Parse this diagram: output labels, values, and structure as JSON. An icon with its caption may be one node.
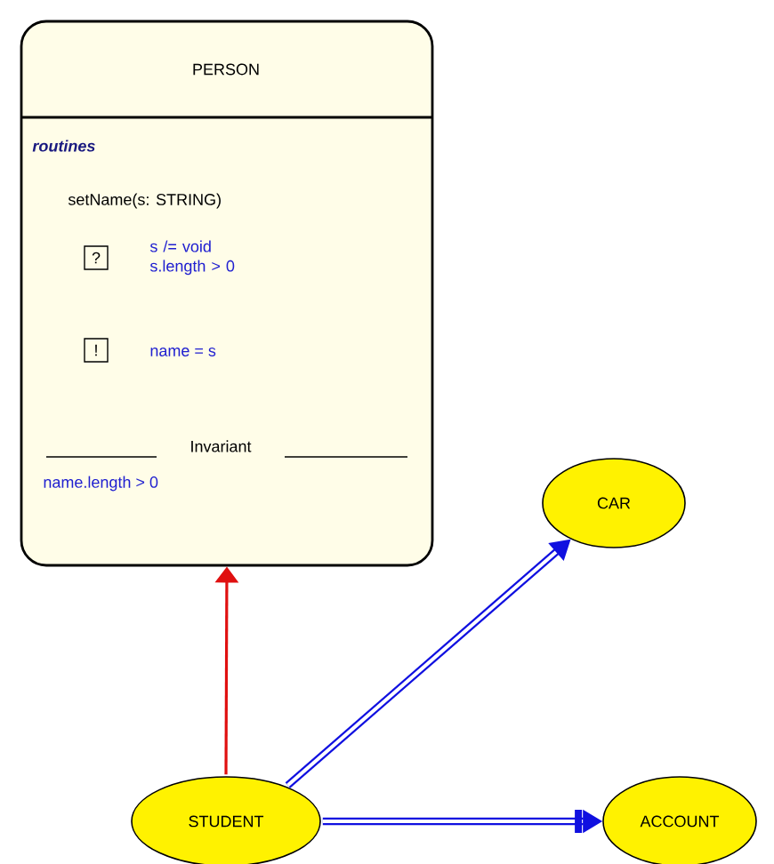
{
  "diagram": {
    "nodes": [
      {
        "text": [
          "PERSON",
          "routines",
          "setName(s: STRING)",
          "s /= void s.length > 0",
          "name = s",
          "Invariant",
          "name.length > 0"
        ]
      },
      {
        "text": [
          "?"
        ],
        "in": 0
      },
      {
        "text": [
          "!"
        ],
        "in": 0
      },
      {
        "text": [
          "CAR"
        ]
      },
      {
        "text": [
          "STUDENT"
        ]
      },
      {
        "text": [
          "ACCOUNT"
        ]
      }
    ],
    "edges": [
      {
        "from": 4,
        "to": 0,
        "arrow": "to",
        "color": "#e01010"
      },
      {
        "from": 4,
        "to": 3,
        "arrow": "to"
      },
      {
        "from": 4,
        "to": 5,
        "arrow": "to"
      }
    ]
  }
}
